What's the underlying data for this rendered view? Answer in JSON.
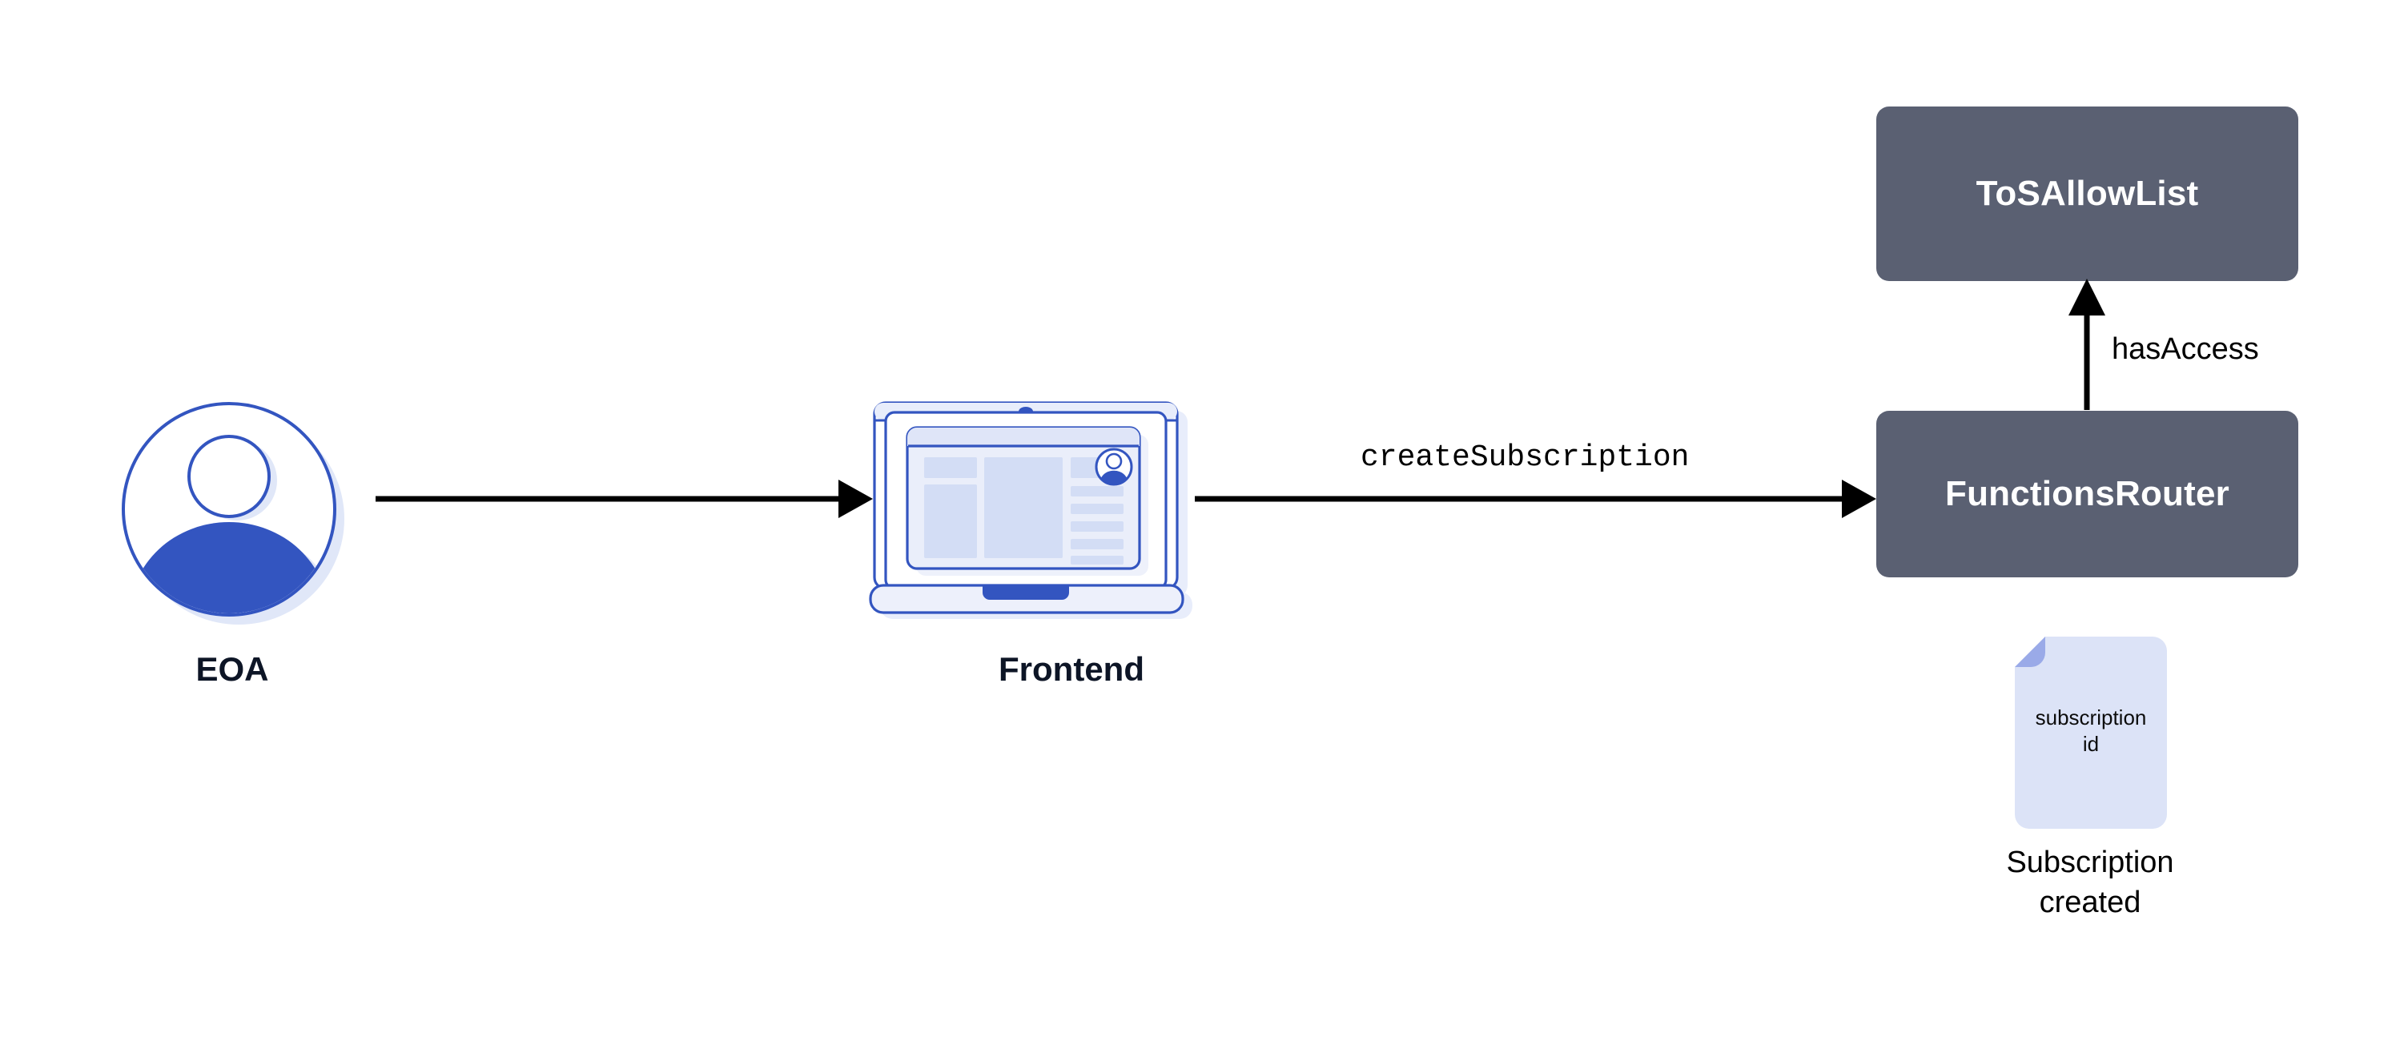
{
  "diagram": {
    "type": "flow-diagram",
    "background_color": "#ffffff",
    "nodes": {
      "eoa": {
        "label": "EOA",
        "icon": "user-avatar-icon",
        "label_color": "#0d1526"
      },
      "frontend": {
        "label": "Frontend",
        "icon": "laptop-icon",
        "label_color": "#0d1526"
      },
      "tos_allow_list": {
        "label": "ToSAllowList",
        "fill_color": "#5a6072",
        "text_color": "#ffffff"
      },
      "functions_router": {
        "label": "FunctionsRouter",
        "fill_color": "#5a6072",
        "text_color": "#ffffff"
      },
      "subscription_doc": {
        "doc_text_line1": "subscription",
        "doc_text_line2": "id",
        "caption": "Subscription\ncreated",
        "fill_color": "#dce3f7",
        "fold_color": "#9aaae8",
        "icon": "document-file-icon"
      }
    },
    "edges": [
      {
        "id": "eoa-to-frontend",
        "from": "eoa",
        "to": "frontend",
        "label": "",
        "direction": "right",
        "color": "#000000"
      },
      {
        "id": "frontend-to-functions-router",
        "from": "frontend",
        "to": "functions_router",
        "label": "createSubscription",
        "direction": "right",
        "color": "#000000"
      },
      {
        "id": "functions-router-to-tos-allow-list",
        "from": "functions_router",
        "to": "tos_allow_list",
        "label": "hasAccess",
        "direction": "up",
        "color": "#000000"
      }
    ],
    "palette": {
      "box_slate": "#5a6072",
      "accent_blue": "#3a5bc7",
      "stroke_blue": "#3355c0",
      "light_blue": "#dce3f7",
      "pale_blue": "#e8edfb",
      "fold_blue": "#9aaae8",
      "ink": "#0d1526"
    }
  }
}
